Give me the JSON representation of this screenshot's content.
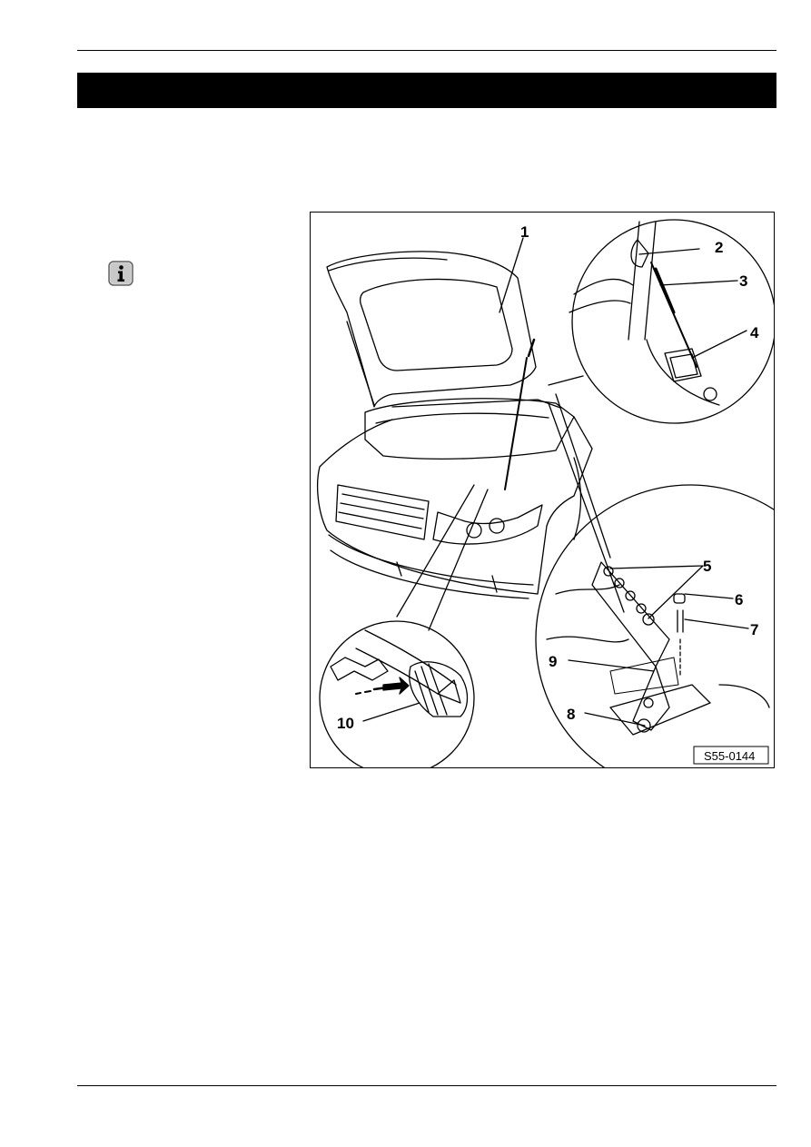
{
  "page": {
    "title_bar_text": "",
    "info_icon": "info-icon"
  },
  "figure": {
    "figure_id": "S55-0144",
    "callouts": [
      "1",
      "2",
      "3",
      "4",
      "5",
      "6",
      "7",
      "8",
      "9",
      "10"
    ]
  }
}
